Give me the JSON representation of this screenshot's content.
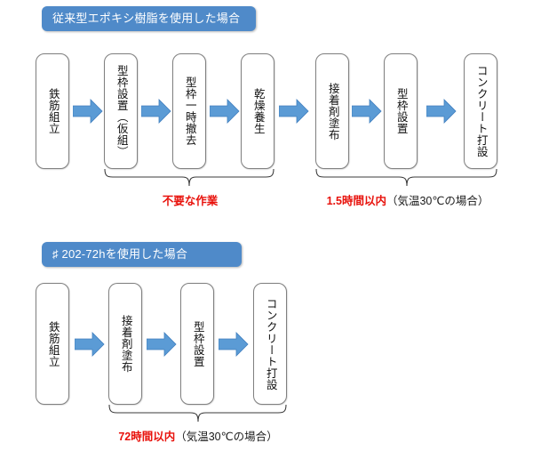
{
  "sections": [
    {
      "id": "legacy-epoxy",
      "header": "従来型エポキシ樹脂を使用した場合",
      "steps": [
        {
          "label": "鉄筋組立"
        },
        {
          "label": "型枠設置（仮組）"
        },
        {
          "label": "型枠一時撤去"
        },
        {
          "label": "乾燥養生"
        },
        {
          "label": "接着剤塗布"
        },
        {
          "label": "型枠設置"
        },
        {
          "label": "コンクリート打設"
        }
      ],
      "annotations": [
        {
          "accent": "不要な作業",
          "plain": ""
        },
        {
          "accent": "1.5時間以内",
          "plain": "（気温30℃の場合）"
        }
      ]
    },
    {
      "id": "product-202-72h",
      "header": "♯ 202-72hを使用した場合",
      "steps": [
        {
          "label": "鉄筋組立"
        },
        {
          "label": "接着剤塗布"
        },
        {
          "label": "型枠設置"
        },
        {
          "label": "コンクリート打設"
        }
      ],
      "annotations": [
        {
          "accent": "72時間以内",
          "plain": "（気温30℃の場合）"
        }
      ]
    }
  ],
  "colors": {
    "header_fill": "#4F8AC9",
    "header_text": "#FFFFFF",
    "arrow_fill": "#5B9BD5",
    "arrow_stroke": "#417FBF",
    "box_border": "#808080",
    "accent_text": "#E8120C"
  },
  "icons": {
    "arrow": "right-block-arrow-icon",
    "brace": "curly-brace-icon"
  }
}
